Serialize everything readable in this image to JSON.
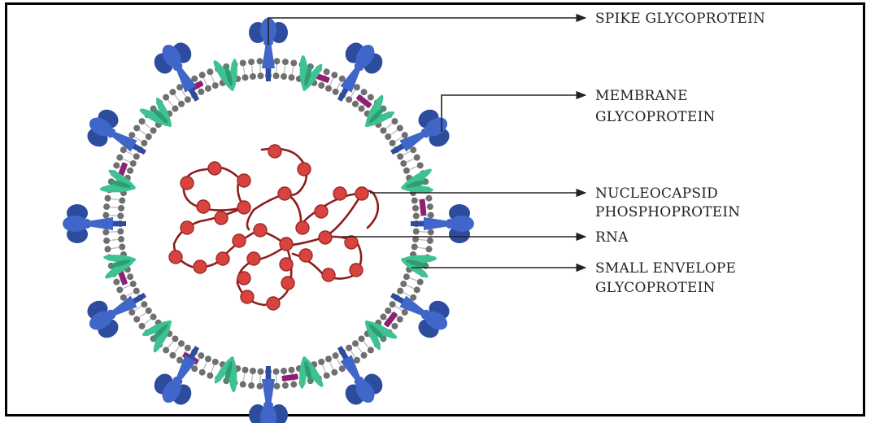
{
  "diagram": {
    "labels": {
      "spike": "SPIKE GLYCOPROTEIN",
      "membrane_line1": "MEMBRANE",
      "membrane_line2": "GLYCOPROTEIN",
      "nucleocapsid_line1": "NUCLEOCAPSID",
      "nucleocapsid_line2": "PHOSPHOPROTEIN",
      "rna": "RNA",
      "envelope_line1": "SMALL ENVELOPE",
      "envelope_line2": "GLYCOPROTEIN"
    },
    "colors": {
      "spike": "#3f66c8",
      "spike_dark": "#2d4c9e",
      "membrane_protein": "#3ec292",
      "envelope_protein": "#8e1f73",
      "lipid_head": "#6f6f6f",
      "lipid_tail": "#bdbdbd",
      "rna_strand": "#8e1d1d",
      "nucleocapsid": "#d9433f",
      "leader_line": "#222222"
    }
  }
}
